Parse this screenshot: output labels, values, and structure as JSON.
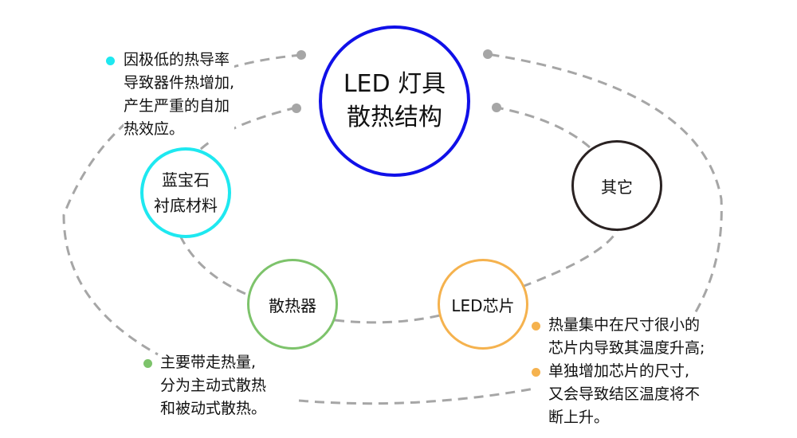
{
  "title": {
    "line1": "LED 灯具",
    "line2": "散热结构"
  },
  "nodes": {
    "sapphire": {
      "line1": "蓝宝石",
      "line2": "衬底材料"
    },
    "heatsink": {
      "label": "散热器"
    },
    "chip": {
      "label": "LED芯片"
    },
    "other": {
      "label": "其它"
    }
  },
  "notes": {
    "sapphire": [
      "因极低的热导率",
      "导致器件热增加,",
      "产生严重的自加",
      "热效应。"
    ],
    "heatsink": [
      "主要带走热量,",
      "分为主动式散热",
      "和被动式散热。"
    ],
    "chip_1": [
      "热量集中在尺寸很小的",
      "芯片内导致其温度升高;"
    ],
    "chip_2": [
      "单独增加芯片的尺寸,",
      "又会导致结区温度将不",
      "断上升。"
    ]
  },
  "colors": {
    "center": "#1010e8",
    "sapphire": "#1ee8f0",
    "heatsink": "#7dc36b",
    "chip": "#f5b24e",
    "other": "#2a2222",
    "connector": "#a6a6a6"
  }
}
